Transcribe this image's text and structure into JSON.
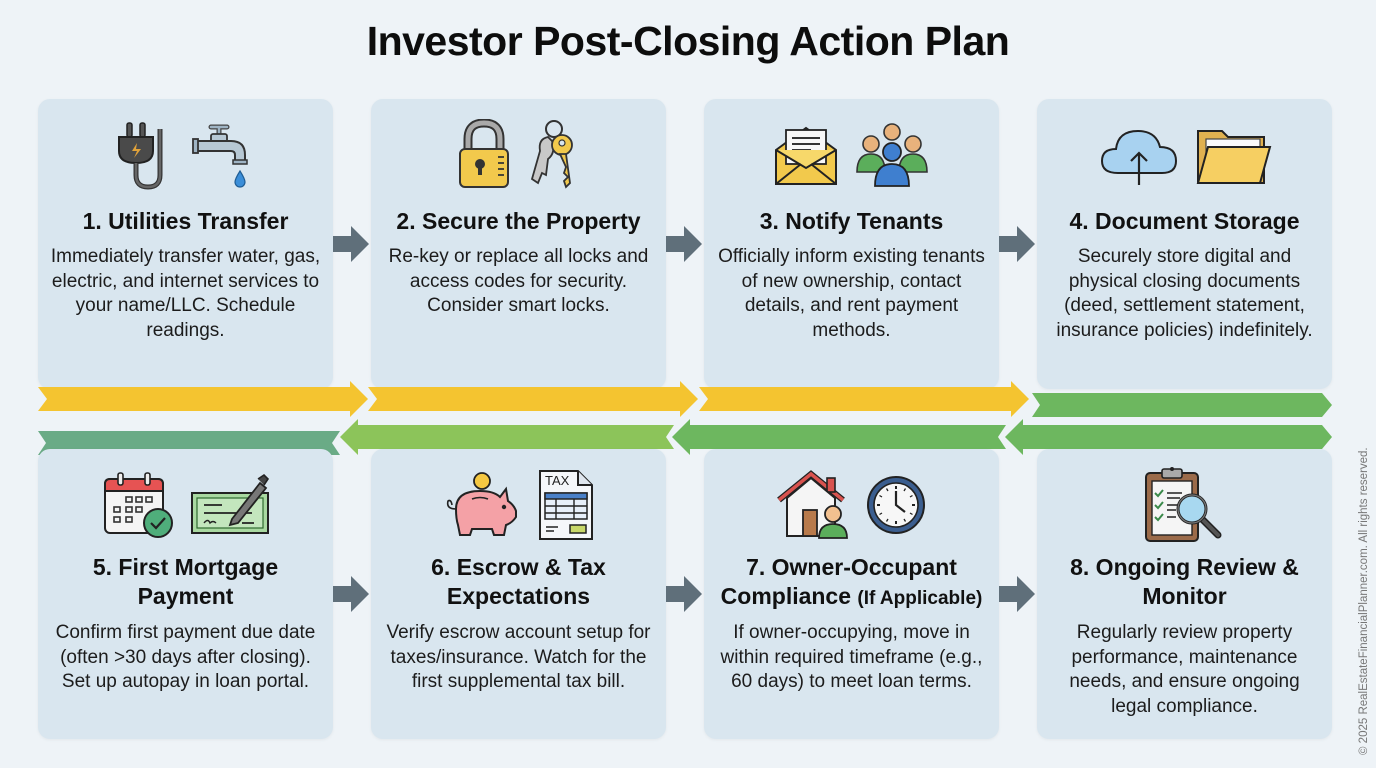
{
  "title": "Investor Post-Closing Action Plan",
  "steps": [
    {
      "number": 1,
      "heading": "1. Utilities Transfer",
      "heading_suffix": "",
      "body": "Immediately transfer water, gas, electric, and internet services to your name/LLC. Schedule readings.",
      "icons": [
        "power-plug-icon",
        "water-faucet-icon"
      ]
    },
    {
      "number": 2,
      "heading": "2. Secure the Property",
      "heading_suffix": "",
      "body": "Re-key or replace all locks and access codes for security. Consider smart locks.",
      "icons": [
        "padlock-icon",
        "keys-icon"
      ]
    },
    {
      "number": 3,
      "heading": "3. Notify Tenants",
      "heading_suffix": "",
      "body": "Officially inform existing tenants of new ownership, contact details, and rent payment methods.",
      "icons": [
        "envelope-letter-icon",
        "people-group-icon"
      ]
    },
    {
      "number": 4,
      "heading": "4. Document Storage",
      "heading_suffix": "",
      "body": "Securely store digital and physical closing documents (deed, settlement statement, insurance policies) indefinitely.",
      "icons": [
        "cloud-upload-icon",
        "folder-icon"
      ]
    },
    {
      "number": 5,
      "heading": "5. First Mortgage Payment",
      "heading_suffix": "",
      "body": "Confirm first payment due date (often >30 days after closing). Set up autopay in loan portal.",
      "icons": [
        "calendar-check-icon",
        "check-pen-icon"
      ]
    },
    {
      "number": 6,
      "heading": "6. Escrow & Tax Expectations",
      "heading_suffix": "",
      "body": "Verify escrow account setup for taxes/insurance. Watch for the first supplemental tax bill.",
      "icons": [
        "piggy-bank-icon",
        "tax-document-icon"
      ],
      "tax_label": "TAX"
    },
    {
      "number": 7,
      "heading": "7. Owner-Occupant Compliance",
      "heading_suffix": "(If Applicable)",
      "body": "If owner-occupying, move in within required timeframe (e.g., 60 days) to meet loan terms.",
      "icons": [
        "house-person-icon",
        "clock-icon"
      ]
    },
    {
      "number": 8,
      "heading": "8. Ongoing Review & Monitor",
      "heading_suffix": "",
      "body": "Regularly review property performance, maintenance needs, and ensure ongoing legal compliance.",
      "icons": [
        "clipboard-magnifier-icon"
      ]
    }
  ],
  "colors": {
    "background": "#eef3f7",
    "card": "#d9e6ef",
    "step_arrow": "#5f6f7a",
    "band_yellow": "#f4c430",
    "band_green": "#6db75f",
    "band_light_green": "#8cc45a",
    "band_teal_green": "#6aab86"
  },
  "copyright": "© 2025 RealEstateFinancialPlanner.com. All rights reserved."
}
